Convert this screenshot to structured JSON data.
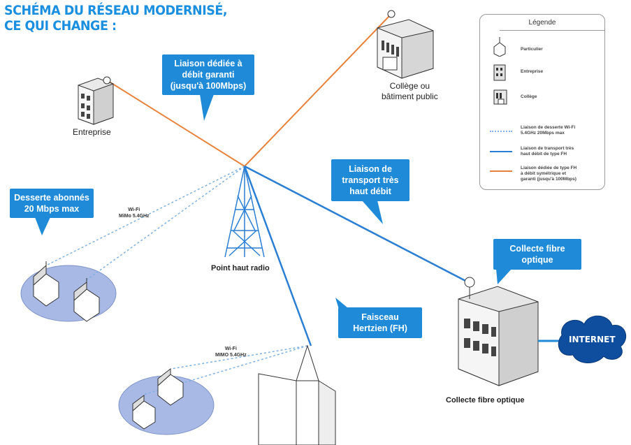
{
  "title": {
    "line1": "SCHÉMA DU RÉSEAU MODERNISÉ,",
    "line2": "CE QUI CHANGE :"
  },
  "callouts": {
    "dedicated_link": [
      "Liaison dédiée à",
      "débit garanti",
      "(jusqu'à 100Mbps)"
    ],
    "transport_link": [
      "Liaison de",
      "transport très",
      "haut débit"
    ],
    "subscribers": [
      "Desserte abonnés",
      "20 Mbps max"
    ],
    "fiber_collect": [
      "Collecte fibre",
      "optique"
    ],
    "hertzian": [
      "Faisceau",
      "Hertzien (FH)"
    ]
  },
  "labels": {
    "entreprise": "Entreprise",
    "college": "Collège ou\nbâtiment public",
    "point_haut": "Point haut radio",
    "collecte_bottom": "Collecte fibre optique",
    "internet": "INTERNET",
    "wifi_left": "Wi-Fi\nMiMo 5.4GHz",
    "wifi_bottom": "Wi-Fi\nMIMO 5.4GHz"
  },
  "legend": {
    "title": "Légende",
    "items": [
      {
        "icon": "person-house-icon",
        "label": "Particulier"
      },
      {
        "icon": "enterprise-icon",
        "label": "Entreprise"
      },
      {
        "icon": "college-icon",
        "label": "Collège"
      },
      {
        "line": "dotted-blue",
        "label": "Liaison de desserte Wi-Fi\n5.4GHz 20Mbps max"
      },
      {
        "line": "solid-blue",
        "label": "Liaison de transport très\nhaut débit de type FH"
      },
      {
        "line": "solid-orange",
        "label": "Liaison dédiée de type FH\nà débit symétrique et\ngaranti (jusqu'à 100Mbps)"
      }
    ]
  },
  "colors": {
    "accent_blue": "#1e8ad8",
    "title_blue": "#1a8fe0",
    "orange_link": "#e8823a",
    "blue_link": "#2a7fd4",
    "wifi_dotted": "#7fb2e3",
    "coverage": "#a9b9e6"
  }
}
